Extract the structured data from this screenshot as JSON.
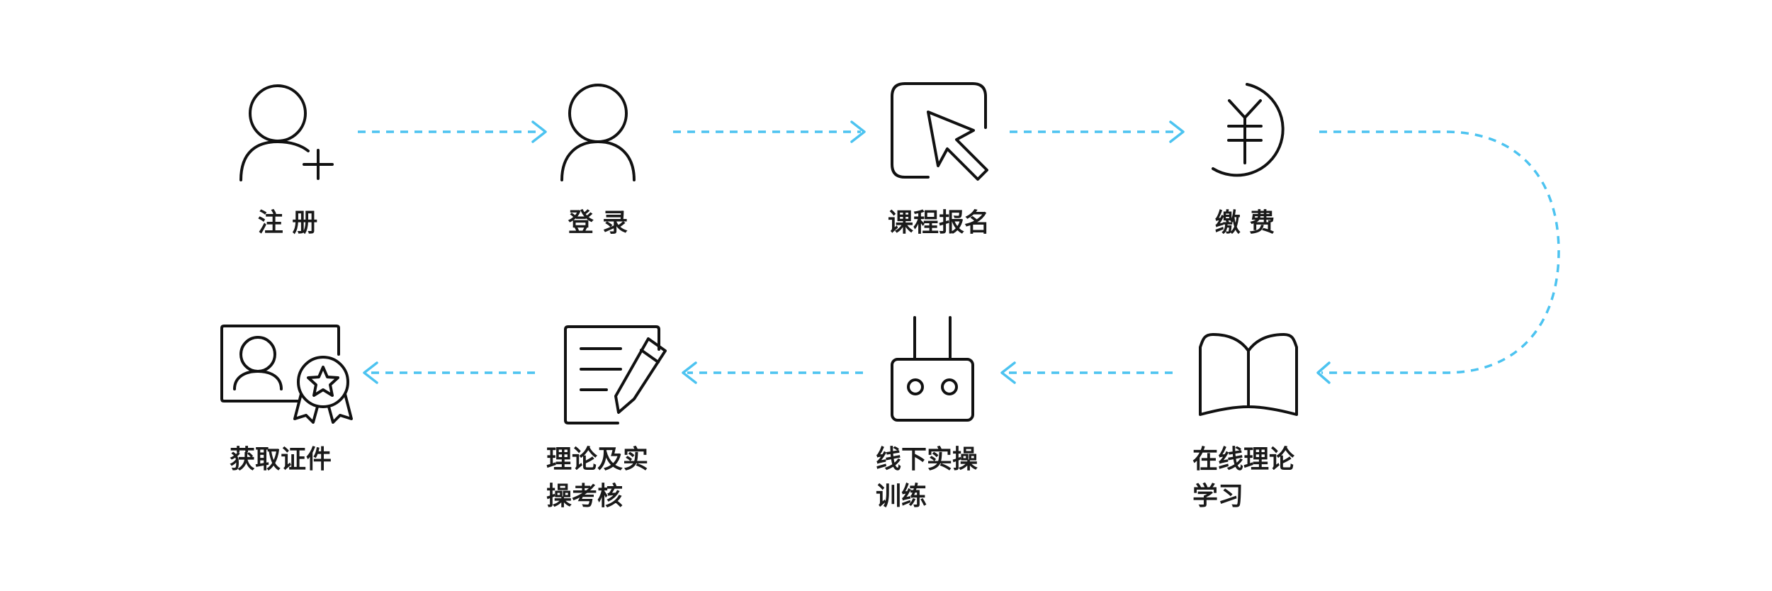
{
  "steps": [
    {
      "key": "register",
      "lines": [
        "注 册"
      ],
      "icon": "add-user-icon"
    },
    {
      "key": "login",
      "lines": [
        "登 录"
      ],
      "icon": "user-icon"
    },
    {
      "key": "course-signup",
      "lines": [
        "课程报名"
      ],
      "icon": "cursor-select-icon"
    },
    {
      "key": "payment",
      "lines": [
        "缴 费"
      ],
      "icon": "yen-coin-icon"
    },
    {
      "key": "online-study",
      "lines": [
        "在线理论",
        "学习"
      ],
      "icon": "open-book-icon"
    },
    {
      "key": "offline-training",
      "lines": [
        "线下实操",
        "训练"
      ],
      "icon": "remote-controller-icon"
    },
    {
      "key": "exam",
      "lines": [
        "理论及实",
        "操考核"
      ],
      "icon": "document-pen-icon"
    },
    {
      "key": "certificate",
      "lines": [
        "获取证件"
      ],
      "icon": "certificate-badge-icon"
    }
  ],
  "connections": [
    {
      "from": "register",
      "to": "login"
    },
    {
      "from": "login",
      "to": "course-signup"
    },
    {
      "from": "course-signup",
      "to": "payment"
    },
    {
      "from": "payment",
      "to": "online-study"
    },
    {
      "from": "online-study",
      "to": "offline-training"
    },
    {
      "from": "offline-training",
      "to": "exam"
    },
    {
      "from": "exam",
      "to": "certificate"
    }
  ],
  "colors": {
    "arrow": "#4cc3f0",
    "icon": "#111111",
    "text": "#1a1a1a"
  }
}
